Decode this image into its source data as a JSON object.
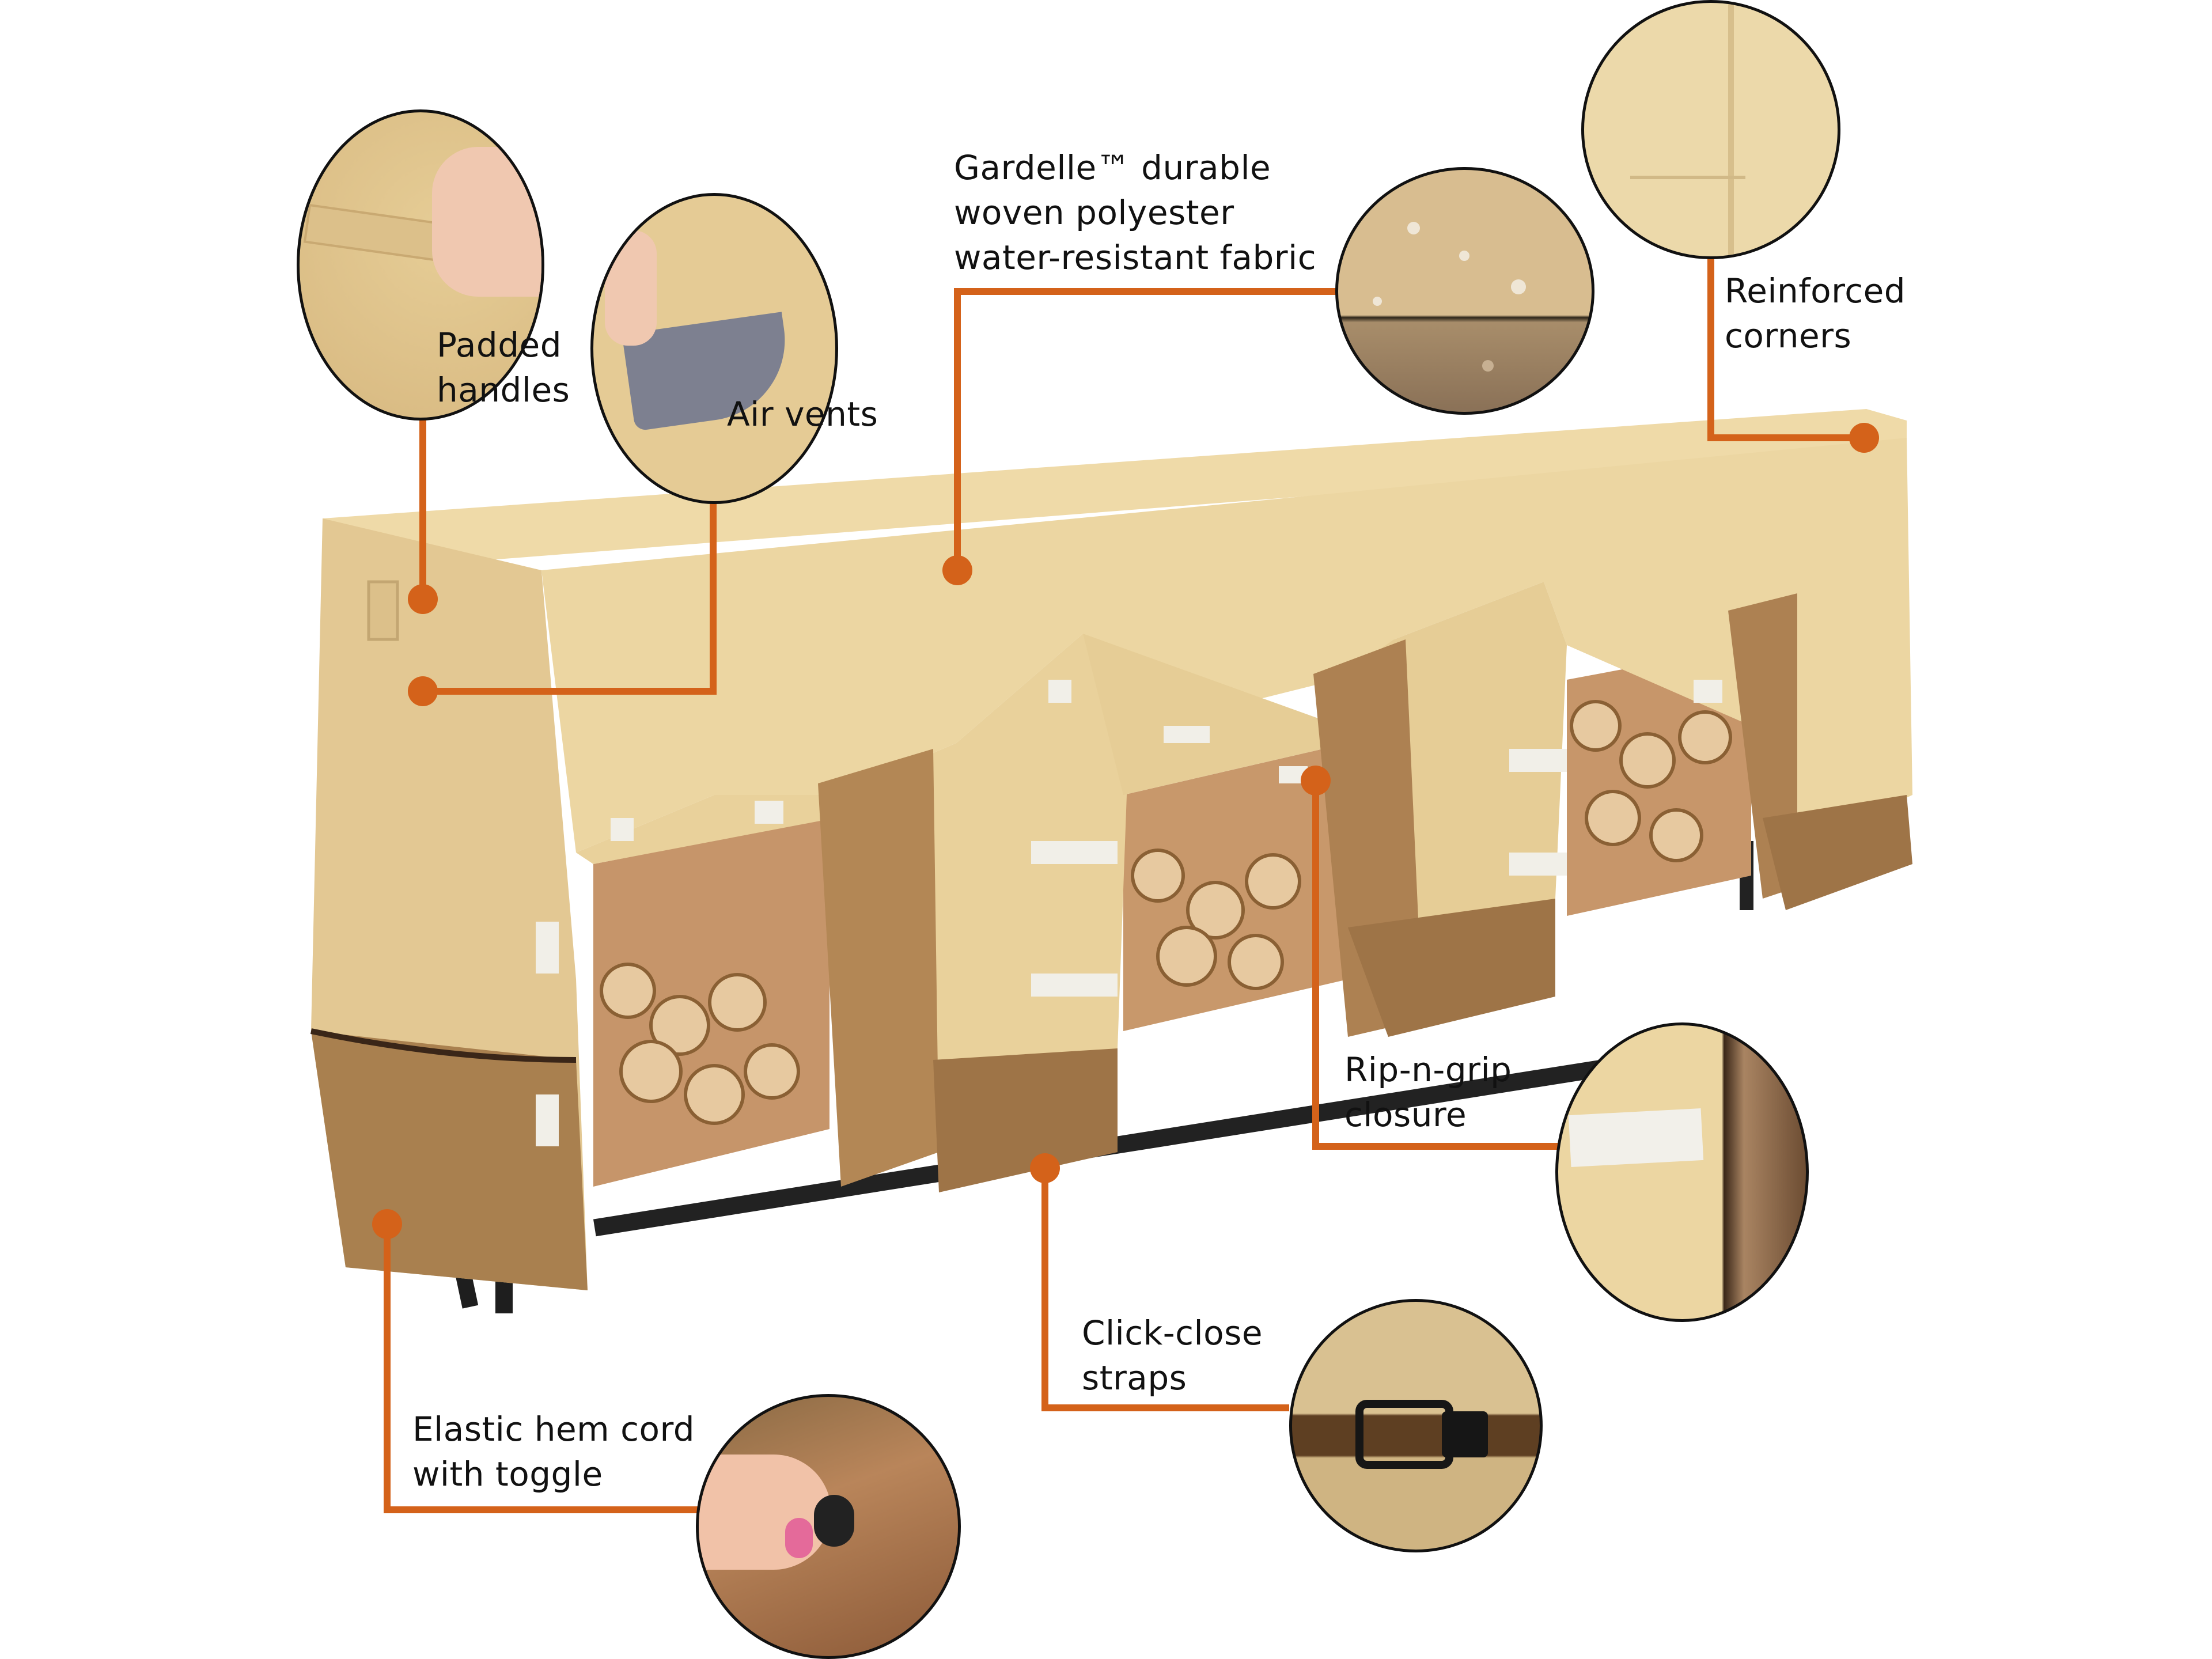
{
  "colors": {
    "callout_line": "#d4621a",
    "fabric_light": "#ecd6a2",
    "fabric_shade": "#dcc08a",
    "fabric_brown": "#a9804f",
    "hem_trim": "#3a2618",
    "firewood": "#c89a68",
    "rack_frame": "#222222",
    "velcro": "#f1efe8"
  },
  "callouts": [
    {
      "id": "padded-handles",
      "text": "Padded\nhandles"
    },
    {
      "id": "air-vents",
      "text": "Air vents"
    },
    {
      "id": "fabric",
      "text": "Gardelle™ durable\nwoven polyester\nwater-resistant fabric"
    },
    {
      "id": "reinforced-corners",
      "text": "Reinforced\ncorners"
    },
    {
      "id": "rip-n-grip",
      "text": "Rip-n-grip\nclosure"
    },
    {
      "id": "click-close",
      "text": "Click-close\nstraps"
    },
    {
      "id": "elastic-hem",
      "text": "Elastic hem cord\nwith toggle"
    }
  ]
}
